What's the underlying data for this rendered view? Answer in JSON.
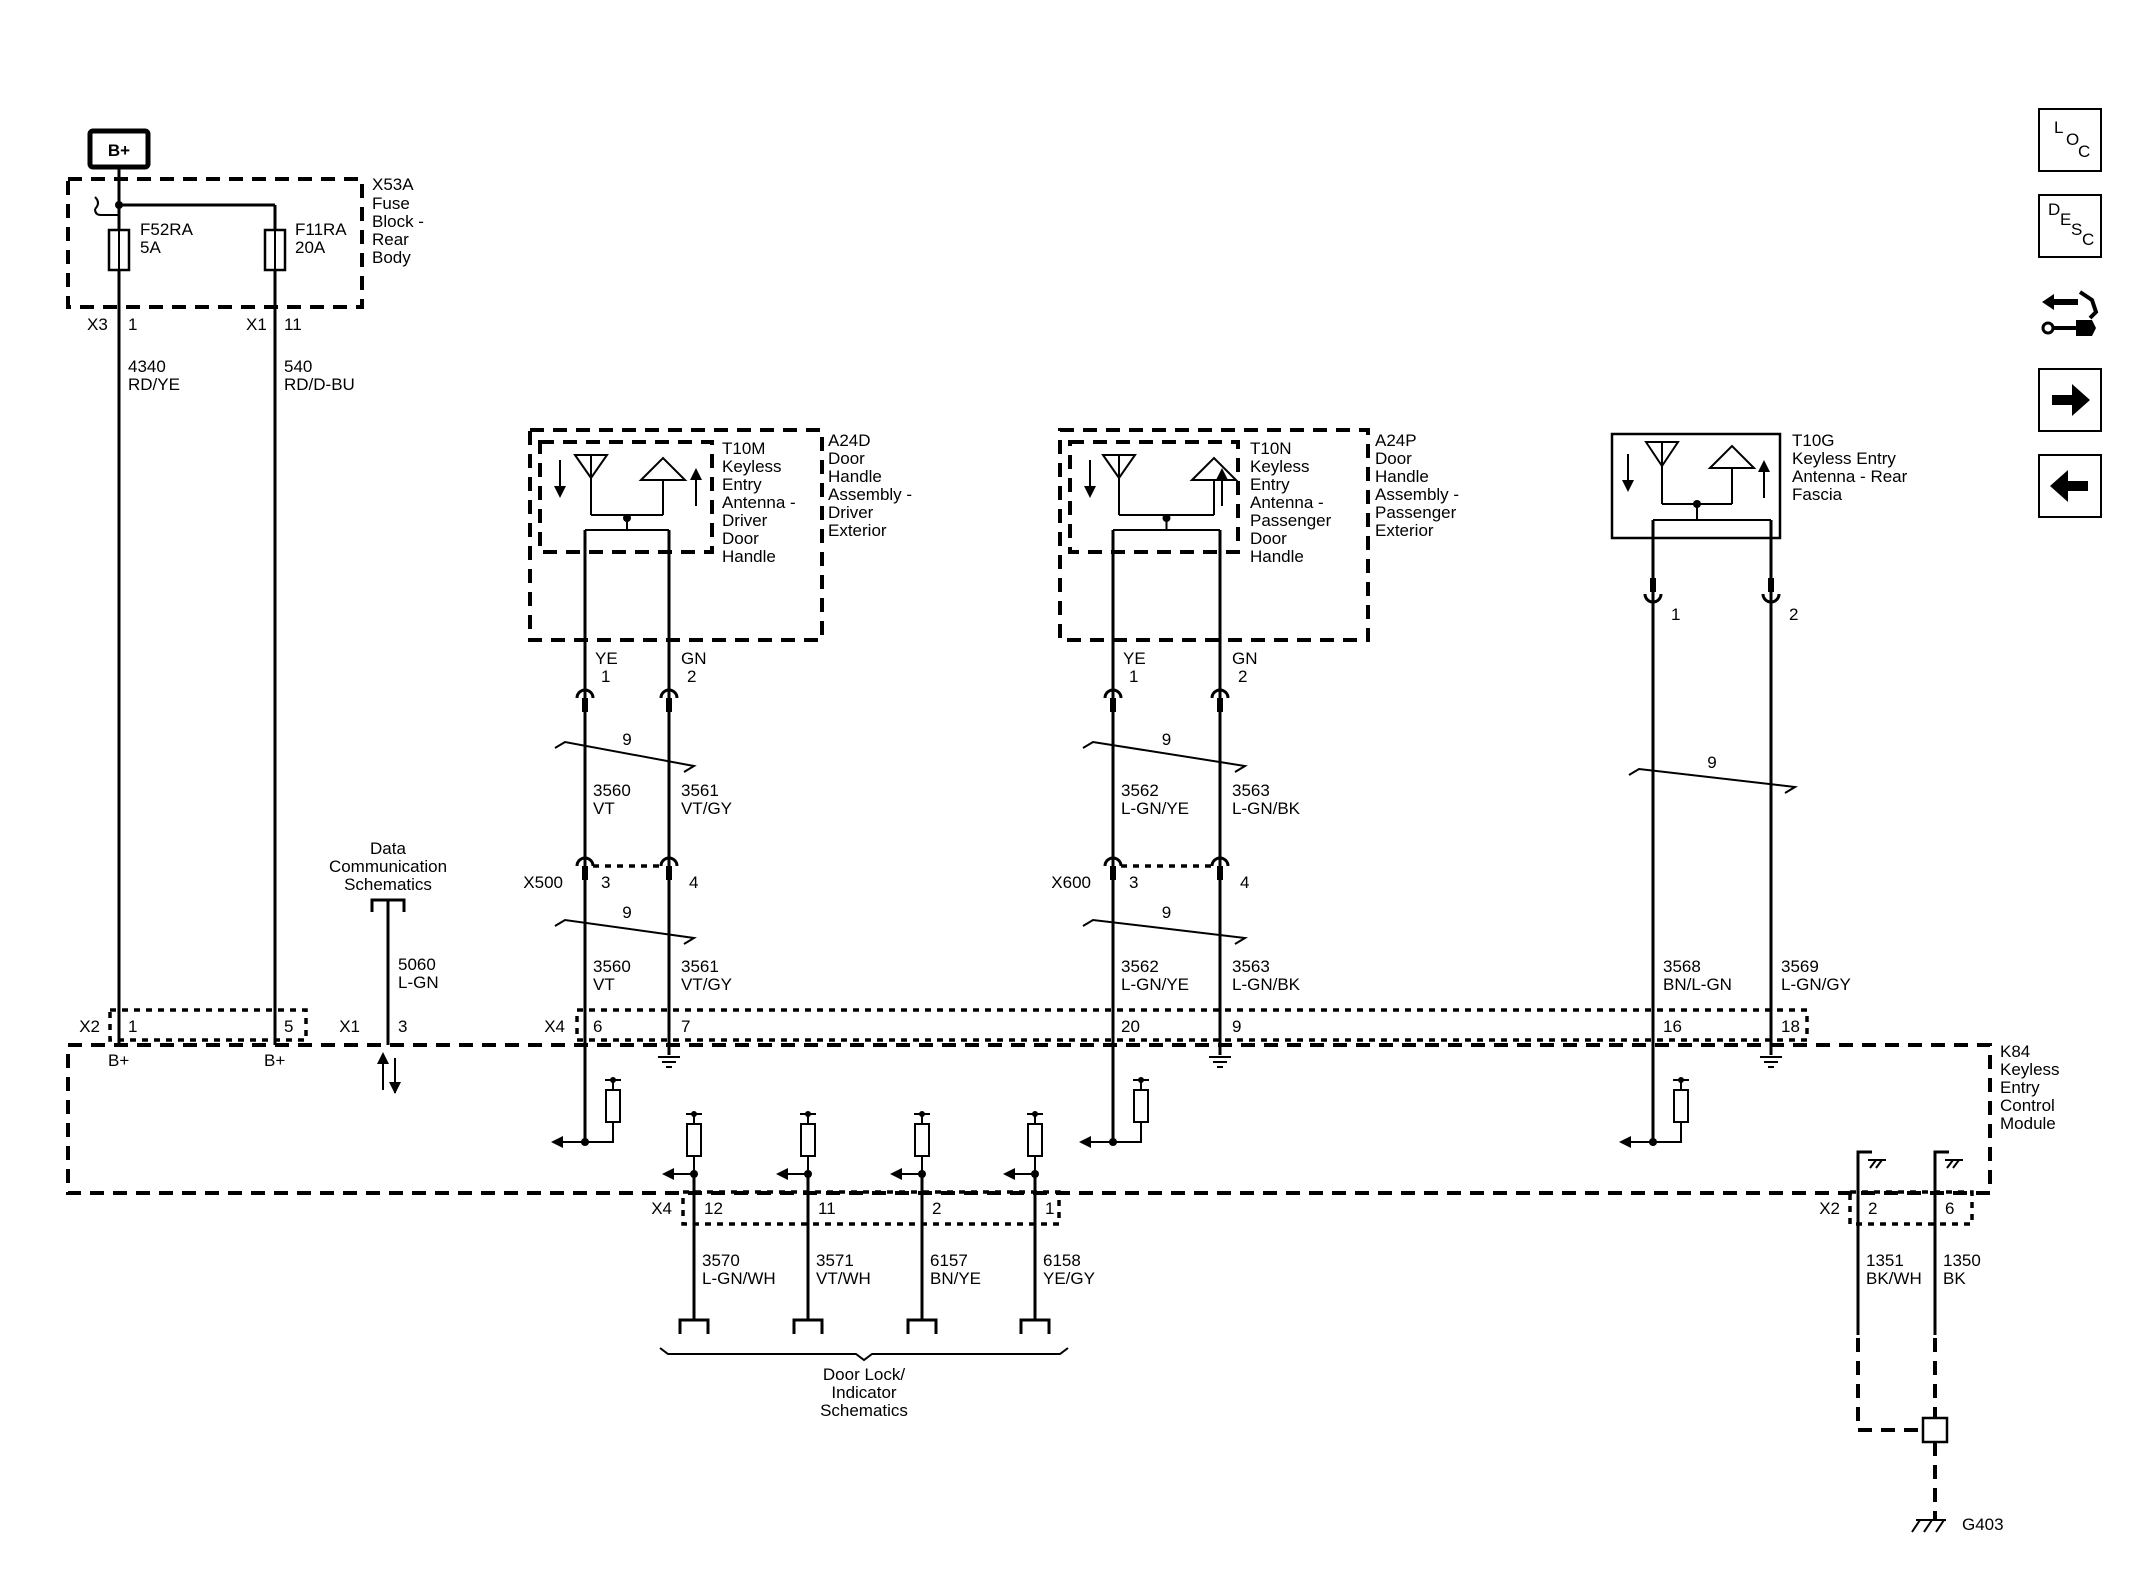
{
  "power_source": {
    "label": "B+"
  },
  "fuse_block": {
    "name": "X53A",
    "desc_lines": [
      "Fuse",
      "Block -",
      "Rear",
      "Body"
    ],
    "fuses": [
      {
        "name": "F52RA",
        "rating": "5A",
        "connector": "X3",
        "pin": "1",
        "circuit": "4340",
        "color": "RD/YE"
      },
      {
        "name": "F11RA",
        "rating": "20A",
        "connector": "X1",
        "pin": "11",
        "circuit": "540",
        "color": "RD/D-BU"
      }
    ]
  },
  "antennas": [
    {
      "assembly": "A24D",
      "assembly_lines": [
        "Door",
        "Handle",
        "Assembly -",
        "Driver",
        "Exterior"
      ],
      "antenna": "T10M",
      "antenna_lines": [
        "Keyless",
        "Entry",
        "Antenna -",
        "Driver",
        "Door",
        "Handle"
      ],
      "pin1_color": "YE",
      "pin1": "1",
      "pin2_color": "GN",
      "pin2": "2",
      "twist": "9",
      "upper_c1": "3560",
      "upper_w1": "VT",
      "upper_c2": "3561",
      "upper_w2": "VT/GY",
      "inline_connector": "X500",
      "inline_pin1": "3",
      "inline_pin2": "4",
      "twist2": "9",
      "lower_c1": "3560",
      "lower_w1": "VT",
      "lower_c2": "3561",
      "lower_w2": "VT/GY",
      "module_pin1": "6",
      "module_pin2": "7"
    },
    {
      "assembly": "A24P",
      "assembly_lines": [
        "Door",
        "Handle",
        "Assembly -",
        "Passenger",
        "Exterior"
      ],
      "antenna": "T10N",
      "antenna_lines": [
        "Keyless",
        "Entry",
        "Antenna -",
        "Passenger",
        "Door",
        "Handle"
      ],
      "pin1_color": "YE",
      "pin1": "1",
      "pin2_color": "GN",
      "pin2": "2",
      "twist": "9",
      "upper_c1": "3562",
      "upper_w1": "L-GN/YE",
      "upper_c2": "3563",
      "upper_w2": "L-GN/BK",
      "inline_connector": "X600",
      "inline_pin1": "3",
      "inline_pin2": "4",
      "twist2": "9",
      "lower_c1": "3562",
      "lower_w1": "L-GN/YE",
      "lower_c2": "3563",
      "lower_w2": "L-GN/BK",
      "module_pin1": "20",
      "module_pin2": "9"
    }
  ],
  "rear_antenna": {
    "name": "T10G",
    "desc_lines": [
      "Keyless Entry",
      "Antenna - Rear",
      "Fascia"
    ],
    "pin1": "1",
    "pin2": "2",
    "twist": "9",
    "c1": "3568",
    "w1": "BN/L-GN",
    "c2": "3569",
    "w2": "L-GN/GY",
    "module_pin1": "16",
    "module_pin2": "18"
  },
  "data_comm": {
    "link_lines": [
      "Data",
      "Communication",
      "Schematics"
    ],
    "circuit": "5060",
    "color": "L-GN",
    "connector": "X1",
    "pin": "3"
  },
  "module": {
    "name": "K84",
    "desc_lines": [
      "Keyless",
      "Entry",
      "Control",
      "Module"
    ],
    "x2_connector": "X2",
    "x2_pin_a": "1",
    "x2_pin_b": "5",
    "bplus_a": "B+",
    "bplus_b": "B+",
    "x4_connector": "X4"
  },
  "door_lock": {
    "connector": "X4",
    "pins": [
      "12",
      "11",
      "2",
      "1"
    ],
    "circuits": [
      "3570",
      "3571",
      "6157",
      "6158"
    ],
    "colors": [
      "L-GN/WH",
      "VT/WH",
      "BN/YE",
      "YE/GY"
    ],
    "link_lines": [
      "Door Lock/",
      "Indicator",
      "Schematics"
    ]
  },
  "ground": {
    "connector": "X2",
    "pins": [
      "2",
      "6"
    ],
    "circuits": [
      "1351",
      "1350"
    ],
    "colors": [
      "BK/WH",
      "BK"
    ],
    "name": "G403"
  },
  "nav": {
    "loc": [
      "L",
      "O",
      "C"
    ],
    "desc": [
      "D",
      "E",
      "S",
      "C"
    ]
  }
}
